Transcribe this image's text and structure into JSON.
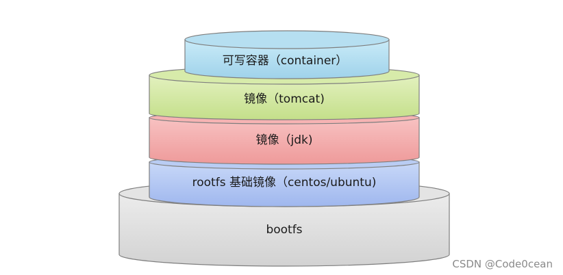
{
  "layers": {
    "container": {
      "label": "可写容器（container）",
      "fill": "#a8d8ee",
      "stroke": "#7e7e7e"
    },
    "tomcat": {
      "label": "镜像（tomcat)",
      "fill": "#cfe59a",
      "stroke": "#7e7e7e"
    },
    "jdk": {
      "label": "镜像（jdk)",
      "fill": "#f2a4a4",
      "stroke": "#7e7e7e"
    },
    "rootfs": {
      "label": "rootfs 基础镜像（centos/ubuntu)",
      "fill": "#a9bff0",
      "stroke": "#7e7e7e"
    },
    "bootfs": {
      "label": "bootfs",
      "fill": "#d9d9d9",
      "stroke": "#7e7e7e"
    }
  },
  "watermark": "CSDN @Code0cean"
}
